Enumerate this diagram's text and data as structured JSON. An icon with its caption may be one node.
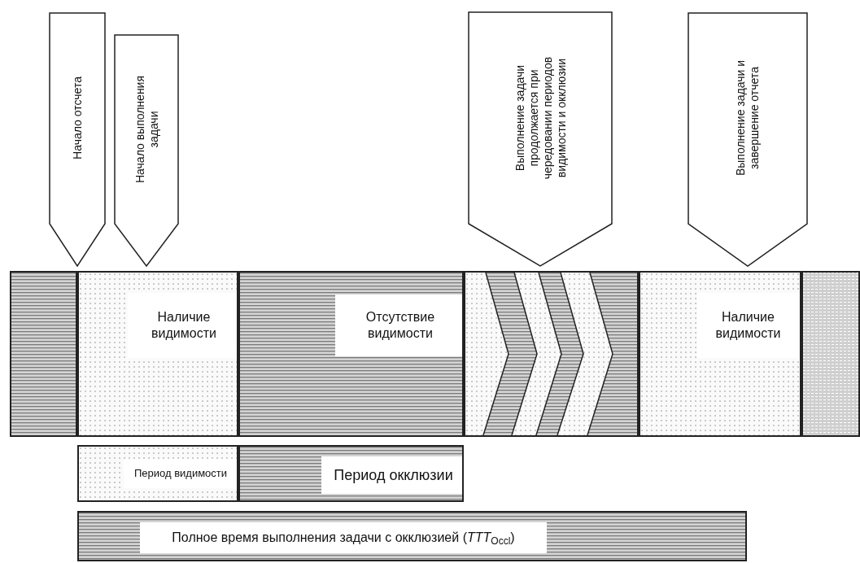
{
  "diagram": {
    "nodes": [
      {
        "text": [
          "Начало отсчета"
        ]
      },
      {
        "text": [
          "Начало выполнения задачи"
        ]
      },
      {
        "text": [
          "Выполнение задачи продолжается при чередовании периодов видимости и окклюзии"
        ]
      },
      {
        "text": [
          "Выполнение задачи и завершение отчета"
        ]
      },
      {
        "text": [],
        "shape": "box"
      },
      {
        "text": [
          "Наличие видимости"
        ]
      },
      {
        "text": [
          "Отсутствие видимости"
        ]
      },
      {
        "text": [],
        "shape": "box"
      },
      {
        "text": [
          "Наличие видимости"
        ]
      },
      {
        "text": [],
        "shape": "box"
      },
      {
        "text": [
          "Период видимости"
        ]
      },
      {
        "text": [
          "Период окклюзии"
        ]
      },
      {
        "text": [
          "Полное время выполнения задачи с окклюзией (*TTT*$_{Occl}$)"
        ]
      }
    ]
  }
}
